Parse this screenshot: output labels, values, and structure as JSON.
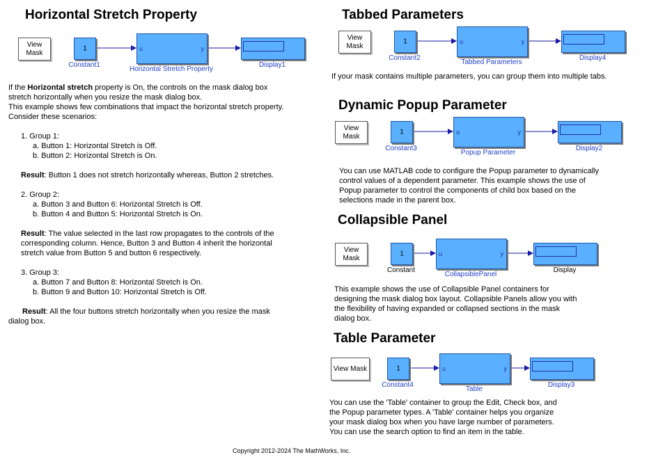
{
  "sections": {
    "horizontal": {
      "title": "Horizontal Stretch Property",
      "view_mask": "View Mask",
      "constant_value": "1",
      "constant_label": "Constant1",
      "block_label": "Horizontal Stretch Property",
      "display_label": "Display1",
      "port_u": "u",
      "port_y": "y",
      "description": {
        "p1_pre": "If the ",
        "p1_bold": "Horizontal stretch",
        "p1_post": " property is On, the controls on the mask dialog box",
        "p1_line2": "stretch horizontally when you resize the mask dialog box.",
        "p2_line1": "This example shows few combinations that impact the horizontal stretch property.",
        "p2_line2": "Consider these scenarios:",
        "g1_title": "1. Group 1:",
        "g1_a": "a. Button 1: Horizontal Stretch is Off.",
        "g1_b": "b. Button 2: Horizontal Stretch is On.",
        "g1_result_bold": "Result",
        "g1_result_text": ": Button 1 does not stretch horizontally whereas, Button 2 stretches.",
        "g2_title": "2. Group 2:",
        "g2_a": "a. Button 3 and Button 6: Horizontal Stretch is Off.",
        "g2_b": "b. Button 4 and Button 5: Horizontal Stretch is On.",
        "g2_result_bold": "Result",
        "g2_result_line1": ": The value selected in the last row propagates to the controls of the",
        "g2_result_line2": "corresponding column. Hence, Button 3 and Button 4 inherit the horizontal",
        "g2_result_line3": "stretch value from Button 5 and button 6 respectively.",
        "g3_title": "3. Group 3:",
        "g3_a": "a. Button 7 and Button 8: Horizontal Stretch is On.",
        "g3_b": "b. Button 9  and Button 10: Horizontal Stretch is Off.",
        "g3_result_bold": "Result",
        "g3_result_line1": ": All the four buttons stretch horizontally when you resize the mask",
        "g3_result_line2": "dialog box."
      }
    },
    "tabbed": {
      "title": "Tabbed Parameters",
      "view_mask": "View Mask",
      "constant_value": "1",
      "constant_label": "Constant2",
      "block_label": "Tabbed Parameters",
      "display_label": "Display4",
      "port_u": "u",
      "port_y": "y",
      "description": "If your mask contains multiple parameters, you can group them into multiple tabs."
    },
    "popup": {
      "title": "Dynamic Popup Parameter",
      "view_mask": "View Mask",
      "constant_value": "1",
      "constant_label": "Constant3",
      "block_label": "Popup Parameter",
      "display_label": "Display2",
      "port_u": "u",
      "port_y": "y",
      "description": [
        "You can use MATLAB code to configure the Popup parameter to dynamically",
        "control values of a dependent parameter. This example shows the use of",
        "Popup parameter to control the components of child box based on the",
        "selections made in the parent box."
      ]
    },
    "collapsible": {
      "title": "Collapsible Panel",
      "view_mask": "View Mask",
      "constant_value": "1",
      "constant_label": "Constant",
      "block_label": "CollapsiblePanel",
      "display_label": "Display",
      "port_u": "u",
      "port_y": "y",
      "description": [
        "This example shows the use of Collapsible Panel containers for",
        "designing the mask dialog box layout. Collapsible Panels allow you with",
        "the flexibility of having expanded or collapsed sections in the mask",
        "dialog box."
      ]
    },
    "table": {
      "title": "Table Parameter",
      "view_mask": "View Mask",
      "constant_value": "1",
      "constant_label": "Constant4",
      "block_label": "Table",
      "display_label": "Display3",
      "port_u": "u",
      "port_y": "y",
      "description": [
        "You can use the 'Table' container to group the Edit, Check box, and",
        "the Popup parameter types. A 'Table' container helps you organize",
        "your mask dialog box when you have large number of parameters.",
        "You can use the search option to find an item in the table."
      ]
    }
  },
  "footer": "Copyright 2012-2024 The MathWorks, Inc.",
  "colors": {
    "block_fill": "#5ab0ff",
    "block_border": "#1f56a8",
    "label_blue": "#1f3fc8",
    "line": "#1a1aa8"
  }
}
